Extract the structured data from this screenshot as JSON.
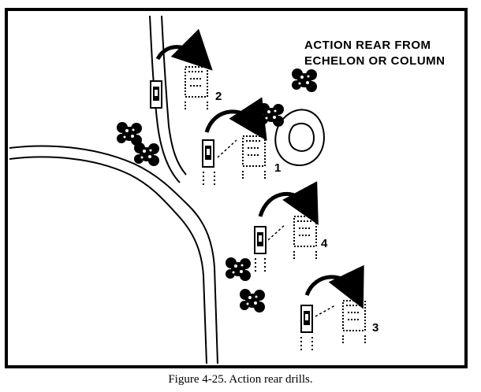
{
  "diagram": {
    "title_line1": "ACTION REAR FROM",
    "title_line2": "ECHELON OR COLUMN",
    "positions": [
      "2",
      "1",
      "4",
      "3"
    ],
    "caption": "Figure 4-25. Action rear drills."
  }
}
